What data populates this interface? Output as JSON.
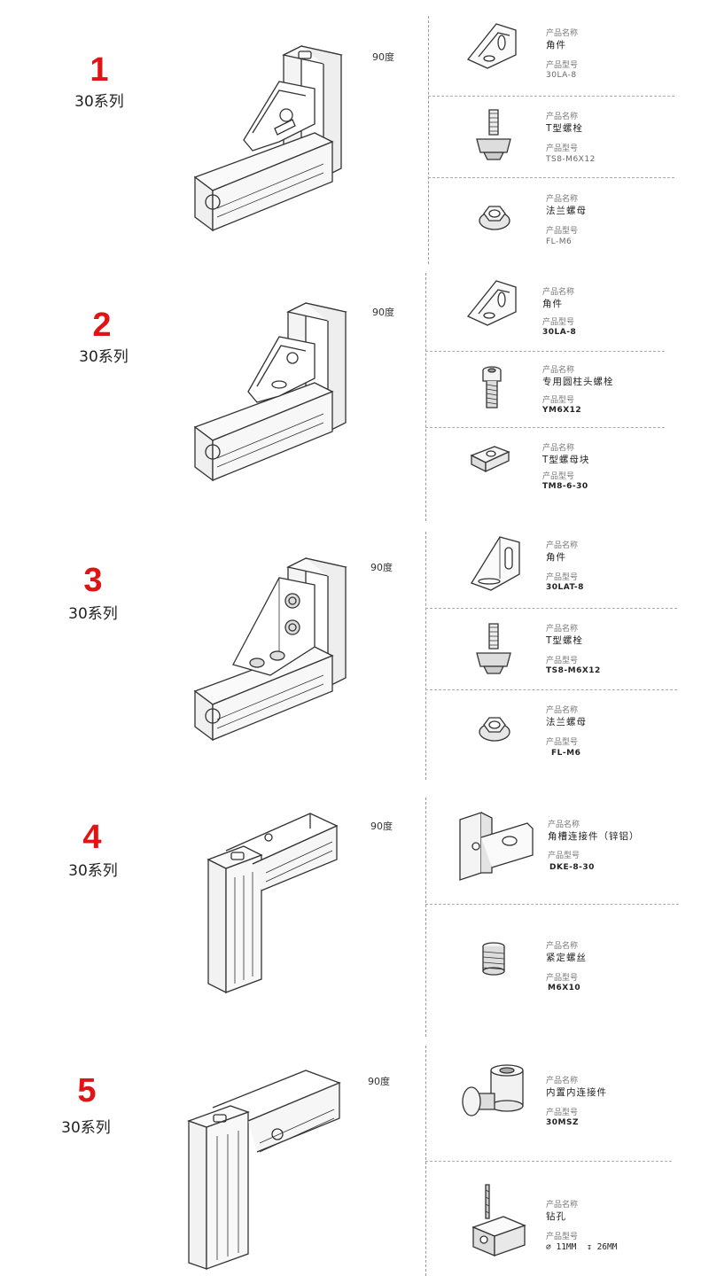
{
  "common": {
    "series": "30系列",
    "angle": "90度",
    "name_label": "产品名称",
    "model_label": "产品型号"
  },
  "sections": [
    {
      "number": "1",
      "parts": [
        {
          "name": "角件",
          "model": "30LA-8",
          "icon": "corner-bracket-icon"
        },
        {
          "name": "T型螺栓",
          "model": "TS8-M6X12",
          "icon": "t-bolt-icon"
        },
        {
          "name": "法兰螺母",
          "model": "FL-M6",
          "icon": "flange-nut-icon"
        }
      ]
    },
    {
      "number": "2",
      "parts": [
        {
          "name": "角件",
          "model": "30LA-8",
          "icon": "corner-bracket-icon"
        },
        {
          "name": "专用圆柱头螺栓",
          "model": "YM6X12",
          "icon": "socket-head-screw-icon"
        },
        {
          "name": "T型螺母块",
          "model": "TM8-6-30",
          "icon": "t-nut-block-icon"
        }
      ]
    },
    {
      "number": "3",
      "parts": [
        {
          "name": "角件",
          "model": "30LAT-8",
          "icon": "slotted-corner-bracket-icon"
        },
        {
          "name": "T型螺栓",
          "model": "TS8-M6X12",
          "icon": "t-bolt-icon"
        },
        {
          "name": "法兰螺母",
          "model": "FL-M6",
          "icon": "flange-nut-icon"
        }
      ]
    },
    {
      "number": "4",
      "parts": [
        {
          "name": "角槽连接件（锌铝）",
          "model": "DKE-8-30",
          "icon": "slot-connector-icon"
        },
        {
          "name": "紧定螺丝",
          "model": "M6X10",
          "icon": "set-screw-icon"
        }
      ]
    },
    {
      "number": "5",
      "parts": [
        {
          "name": "内置内连接件",
          "model": "30MSZ",
          "icon": "internal-connector-icon"
        },
        {
          "name": "钻孔",
          "model": "11MM",
          "model2": "26MM",
          "icon": "drill-hole-icon"
        }
      ]
    }
  ]
}
